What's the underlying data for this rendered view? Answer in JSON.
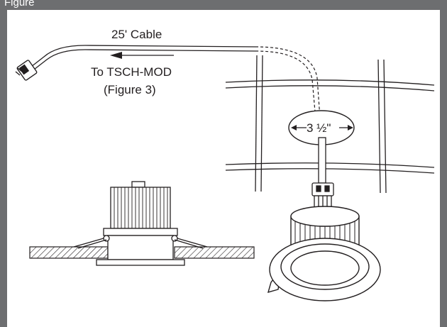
{
  "header": {
    "title": "Figure"
  },
  "labels": {
    "cable": "25' Cable",
    "destination_line1": "To TSCH-MOD",
    "destination_line2": "(Figure 3)",
    "hole_diameter": "3 ½\""
  },
  "colors": {
    "frame": "#6d6e70",
    "line": "#231f20",
    "background": "#ffffff"
  }
}
